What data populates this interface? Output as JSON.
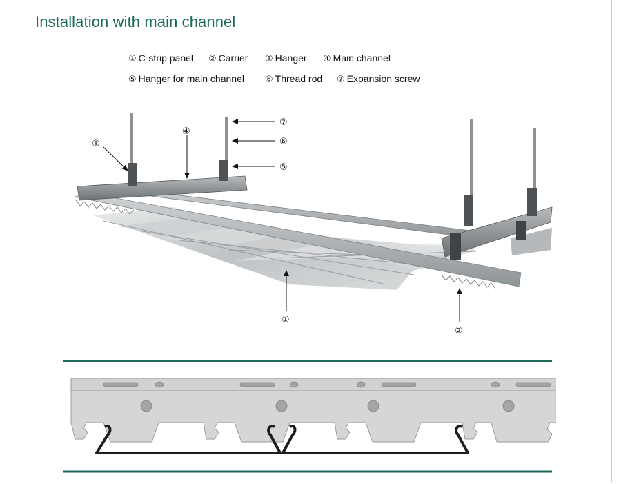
{
  "title": "Installation with main channel",
  "legend": [
    {
      "num": "①",
      "label": "C-strip panel"
    },
    {
      "num": "②",
      "label": "Carrier"
    },
    {
      "num": "③",
      "label": "Hanger"
    },
    {
      "num": "④",
      "label": "Main channel"
    },
    {
      "num": "⑤",
      "label": "Hanger for main channel"
    },
    {
      "num": "⑥",
      "label": "Thread rod"
    },
    {
      "num": "⑦",
      "label": "Expansion screw"
    }
  ],
  "callouts": [
    "①",
    "②",
    "③",
    "④",
    "⑤",
    "⑥",
    "⑦"
  ],
  "colors": {
    "title": "#1b6a5b",
    "divider": "#1b6a5b",
    "metal": "#a9adb0",
    "profile": "#d6d6d6",
    "profile_edge": "#9a9a9a",
    "hole": "#9a9a9a",
    "clip": "#1e1e1e"
  }
}
